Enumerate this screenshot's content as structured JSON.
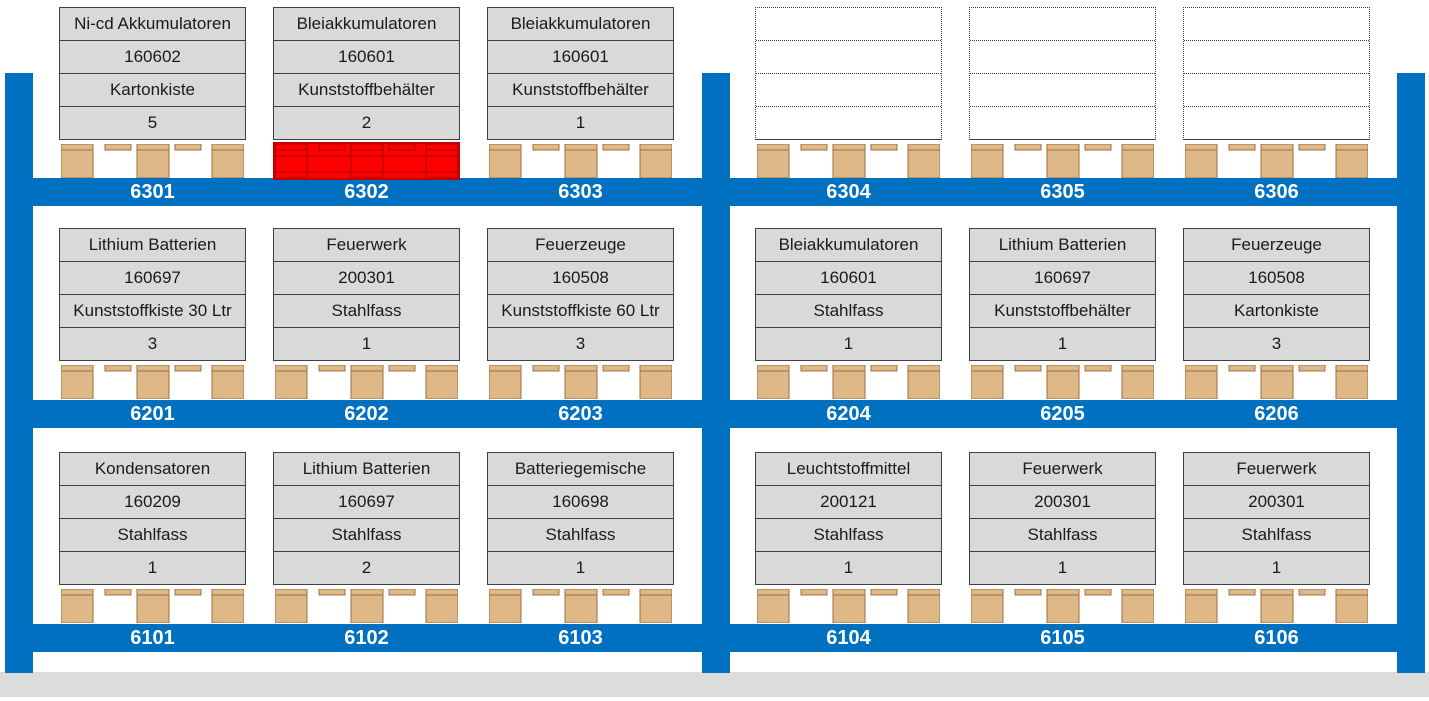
{
  "selected_location": "6302",
  "colors": {
    "rack": "#0070c0",
    "card": "#d9d9d9",
    "pallet_wood": "#deb887",
    "selected": "#ff0000"
  },
  "shelves": [
    {
      "level": "63",
      "slots": [
        {
          "location": "6301",
          "item": "Ni-cd Akkumulatoren",
          "code": "160602",
          "container": "Kartonkiste",
          "quantity": "5"
        },
        {
          "location": "6302",
          "item": "Bleiakkumulatoren",
          "code": "160601",
          "container": "Kunststoffbehälter",
          "quantity": "2"
        },
        {
          "location": "6303",
          "item": "Bleiakkumulatoren",
          "code": "160601",
          "container": "Kunststoffbehälter",
          "quantity": "1"
        },
        {
          "location": "6304",
          "item": "",
          "code": "",
          "container": "",
          "quantity": ""
        },
        {
          "location": "6305",
          "item": "",
          "code": "",
          "container": "",
          "quantity": ""
        },
        {
          "location": "6306",
          "item": "",
          "code": "",
          "container": "",
          "quantity": ""
        }
      ]
    },
    {
      "level": "62",
      "slots": [
        {
          "location": "6201",
          "item": "Lithium Batterien",
          "code": "160697",
          "container": "Kunststoffkiste 30 Ltr",
          "quantity": "3"
        },
        {
          "location": "6202",
          "item": "Feuerwerk",
          "code": "200301",
          "container": "Stahlfass",
          "quantity": "1"
        },
        {
          "location": "6203",
          "item": "Feuerzeuge",
          "code": "160508",
          "container": "Kunststoffkiste 60 Ltr",
          "quantity": "3"
        },
        {
          "location": "6204",
          "item": "Bleiakkumulatoren",
          "code": "160601",
          "container": "Stahlfass",
          "quantity": "1"
        },
        {
          "location": "6205",
          "item": "Lithium Batterien",
          "code": "160697",
          "container": "Kunststoffbehälter",
          "quantity": "1"
        },
        {
          "location": "6206",
          "item": "Feuerzeuge",
          "code": "160508",
          "container": "Kartonkiste",
          "quantity": "3"
        }
      ]
    },
    {
      "level": "61",
      "slots": [
        {
          "location": "6101",
          "item": "Kondensatoren",
          "code": "160209",
          "container": "Stahlfass",
          "quantity": "1"
        },
        {
          "location": "6102",
          "item": "Lithium Batterien",
          "code": "160697",
          "container": "Stahlfass",
          "quantity": "2"
        },
        {
          "location": "6103",
          "item": "Batteriegemische",
          "code": "160698",
          "container": "Stahlfass",
          "quantity": "1"
        },
        {
          "location": "6104",
          "item": "Leuchtstoffmittel",
          "code": "200121",
          "container": "Stahlfass",
          "quantity": "1"
        },
        {
          "location": "6105",
          "item": "Feuerwerk",
          "code": "200301",
          "container": "Stahlfass",
          "quantity": "1"
        },
        {
          "location": "6106",
          "item": "Feuerwerk",
          "code": "200301",
          "container": "Stahlfass",
          "quantity": "1"
        }
      ]
    }
  ]
}
